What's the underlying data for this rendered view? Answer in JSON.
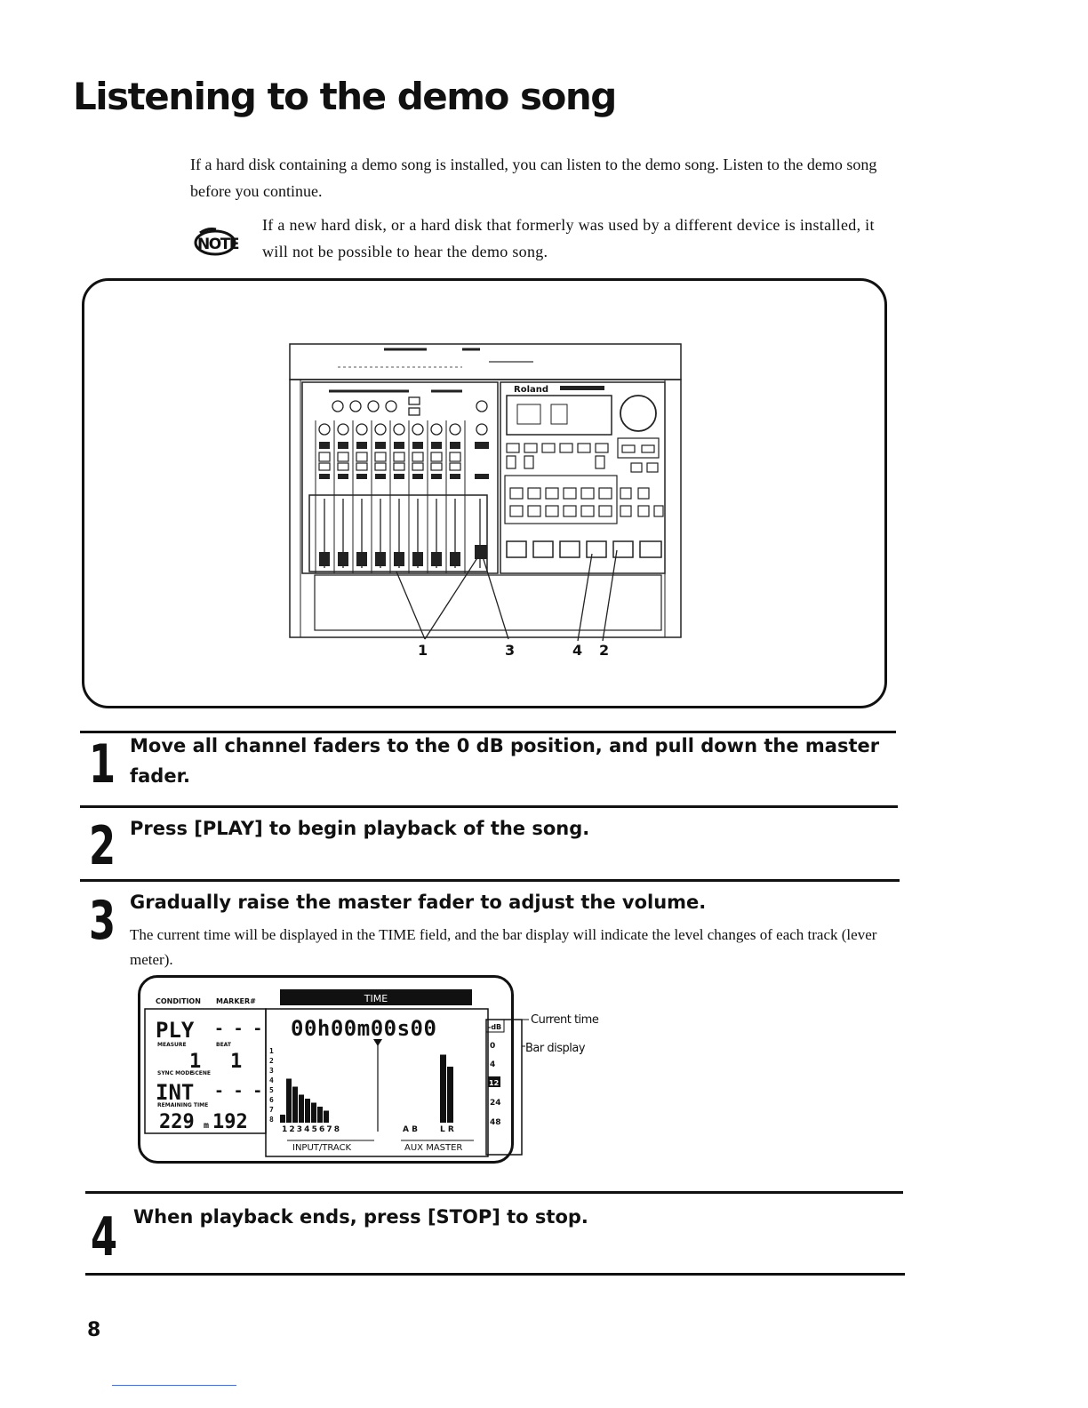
{
  "page": {
    "title": "Listening to the demo song",
    "intro": "If a hard disk containing a demo song is installed, you can listen to the demo song. Listen to the demo song before you continue.",
    "note_icon": "note-icon",
    "note_icon_label": "NOTE",
    "note_text": "If a new hard disk, or a hard disk that formerly was used by a different device is installed, it will not be possible to hear the demo song.",
    "page_number": "8"
  },
  "diagram": {
    "brand": "Roland",
    "callouts": [
      "1",
      "3",
      "4",
      "2"
    ]
  },
  "steps": [
    {
      "number": "1",
      "heading": "Move all channel faders to the 0 dB position, and pull down the master fader."
    },
    {
      "number": "2",
      "heading": "Press [PLAY] to begin playback of the song."
    },
    {
      "number": "3",
      "heading": "Gradually raise the master fader to adjust the volume.",
      "body": "The current time will be displayed in the TIME field, and the bar display will indicate the level changes of each track (lever meter)."
    },
    {
      "number": "4",
      "heading": "When playback ends, press [STOP] to stop."
    }
  ],
  "lcd": {
    "condition_label": "CONDITION",
    "marker_label": "MARKER#",
    "time_label": "TIME",
    "condition_value": "PLY",
    "marker_value": "- - -",
    "time_value": "00h00m00s00",
    "measure_label": "MEASURE",
    "beat_label": "BEAT",
    "measure_value": "1",
    "beat_value": "1",
    "sync_mode_label": "SYNC MODE",
    "scene_label": "SCENE",
    "sync_mode_value": "INT",
    "scene_value": "- - -",
    "remaining_label": "REMAINING TIME",
    "remaining_value": "229",
    "remaining_unit": "m",
    "remaining_value2": "192",
    "db_label": "-dB",
    "db_scale": [
      "0",
      "4",
      "12",
      "24",
      "48"
    ],
    "track_numbers": "1 2 3 4 5 6 7 8",
    "ab_label": "A B",
    "lr_label": "L R",
    "input_track_label": "INPUT/TRACK",
    "aux_master_label": "AUX MASTER",
    "row_numbers": [
      "1",
      "2",
      "3",
      "4",
      "5",
      "6",
      "7",
      "8"
    ],
    "meter_levels": [
      0.1,
      0.55,
      0.45,
      0.35,
      0.3,
      0.25,
      0.2,
      0.15
    ],
    "master_levels": [
      0.85,
      0.7
    ],
    "callout_current_time": "Current time",
    "callout_bar_display": "Bar display"
  }
}
